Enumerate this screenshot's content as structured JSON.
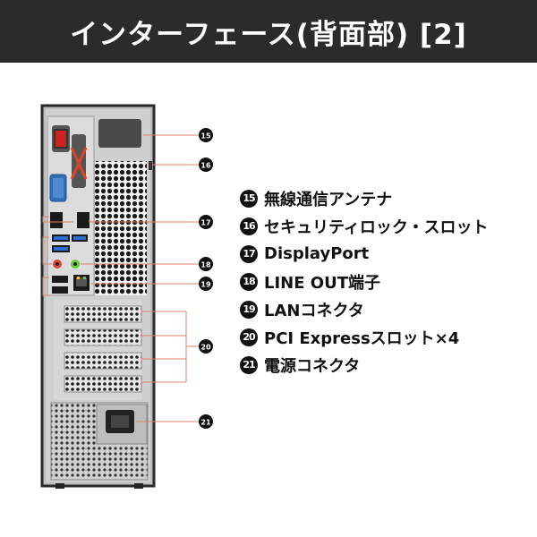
{
  "header": {
    "title": "インターフェース(背面部) [2]"
  },
  "callouts": [
    {
      "num": "15",
      "label": "無線通信アンテナ"
    },
    {
      "num": "16",
      "label": "セキュリティロック・スロット"
    },
    {
      "num": "17",
      "label": "DisplayPort"
    },
    {
      "num": "18",
      "label": "LINE OUT端子"
    },
    {
      "num": "19",
      "label": "LANコネクタ"
    },
    {
      "num": "20",
      "label": "PCI Expressスロット×4"
    },
    {
      "num": "21",
      "label": "電源コネクタ"
    }
  ],
  "colors": {
    "header_bg": "#2b2b2b",
    "callout_line": "#d9826a",
    "marker": "#111111"
  }
}
